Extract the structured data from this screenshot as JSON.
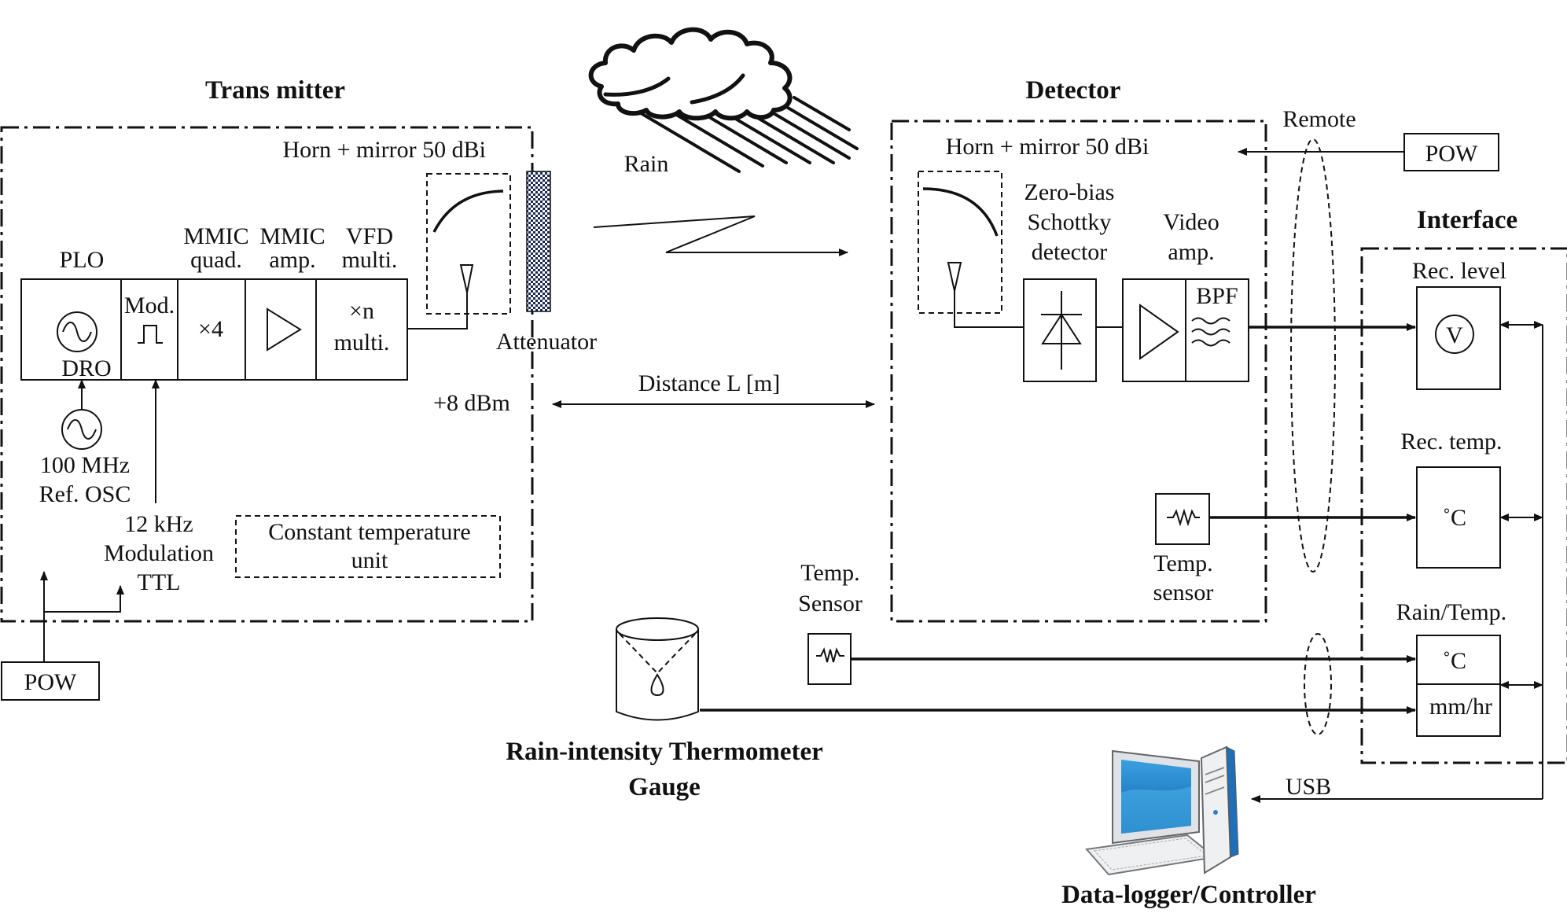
{
  "transmitter": {
    "title": "Trans mitter",
    "horn": "Horn + mirror 50 dBi",
    "plo": "PLO",
    "dro": "DRO",
    "mod": "Mod.",
    "x4": "×4",
    "mmic_quad": [
      "MMIC",
      "quad."
    ],
    "mmic_amp": [
      "MMIC",
      "amp."
    ],
    "vfd": [
      "VFD",
      "multi."
    ],
    "xn": [
      "×n",
      "multi."
    ],
    "attenuator": "Attenuator",
    "power": "+8 dBm",
    "ref_osc": [
      "100 MHz",
      "Ref. OSC"
    ],
    "modulation": [
      "12 kHz",
      "Modulation",
      "TTL"
    ],
    "ctu": [
      "Constant temperature",
      "unit"
    ],
    "pow": "POW"
  },
  "rain": "Rain",
  "distance": "Distance L [m]",
  "detector": {
    "title": "Detector",
    "horn": "Horn + mirror 50 dBi",
    "schottky": [
      "Zero-bias",
      "Schottky",
      "detector"
    ],
    "video": [
      "Video",
      "amp."
    ],
    "bpf": "BPF",
    "temp_sensor": [
      "Temp.",
      "sensor"
    ]
  },
  "remote": "Remote",
  "remote_pow": "POW",
  "interface": {
    "title": "Interface",
    "rec_level": "Rec. level",
    "volt": "V",
    "rec_temp": "Rec. temp.",
    "deg_c": "˚C",
    "rain_temp": "Rain/Temp.",
    "deg_c2": "˚C",
    "mmhr": "mm/hr"
  },
  "outside_sensor": [
    "Temp.",
    "Sensor"
  ],
  "gauge": [
    "Rain-intensity Thermometer",
    "Gauge"
  ],
  "usb": "USB",
  "datalogger": "Data-logger/Controller"
}
